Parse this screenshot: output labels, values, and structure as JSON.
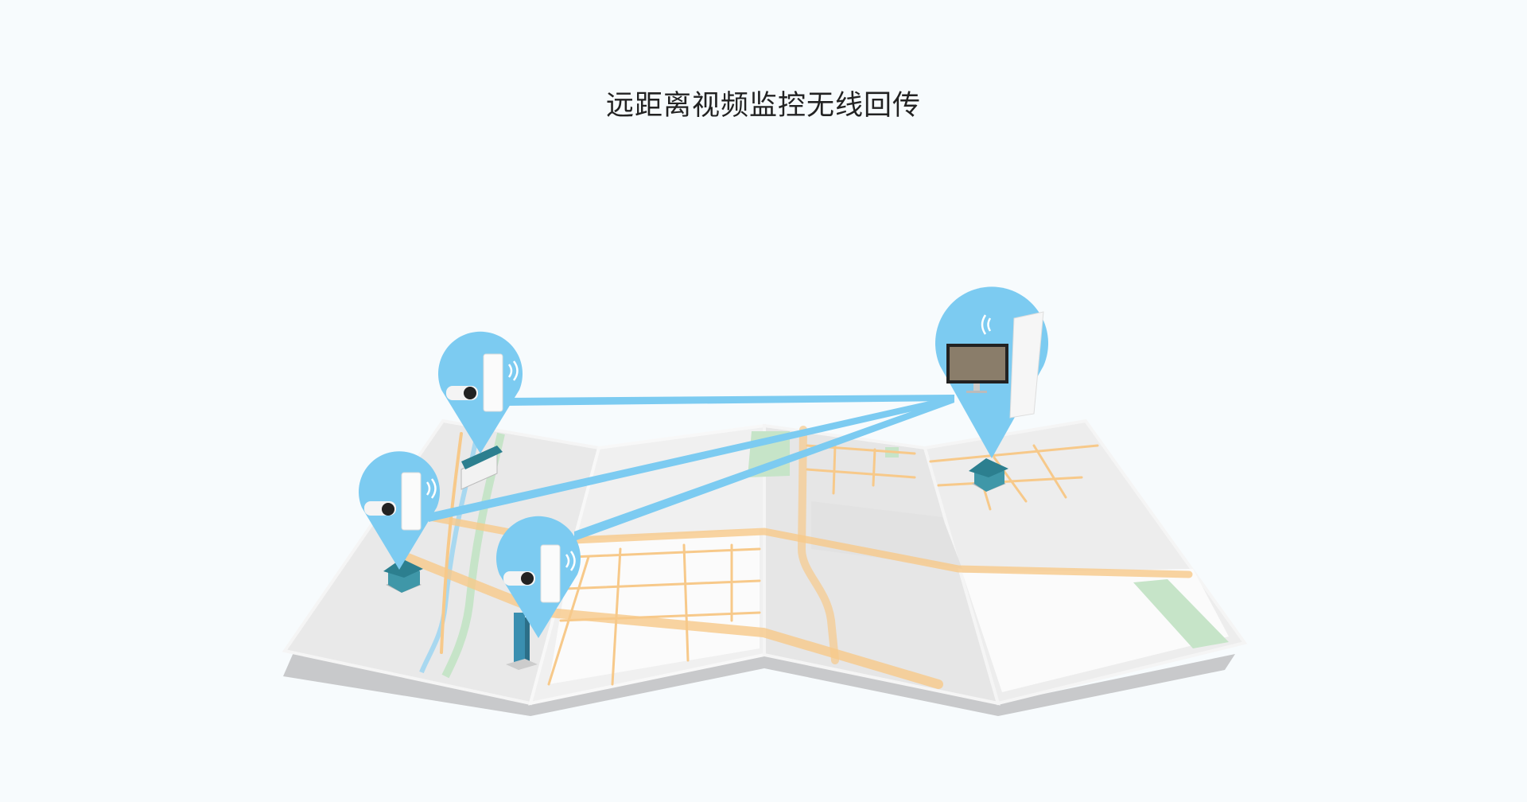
{
  "heading": {
    "title": "远距离视频监控无线回传"
  },
  "colors": {
    "background": "#f7fbfd",
    "pin": "#7ccbf1",
    "link": "#7ccbf1",
    "road": "#f7c98a",
    "park": "#c6e4c8",
    "river": "#a8d8f0",
    "map_block": "#e8e8e8",
    "building": "#2c7f8f"
  },
  "scene": {
    "nodes": [
      {
        "name": "camera-node-1",
        "icon": "cpe-with-camera"
      },
      {
        "name": "camera-node-2",
        "icon": "cpe-with-camera"
      },
      {
        "name": "camera-node-3",
        "icon": "cpe-with-camera"
      },
      {
        "name": "monitoring-center",
        "icon": "cpe-with-monitor"
      }
    ]
  }
}
